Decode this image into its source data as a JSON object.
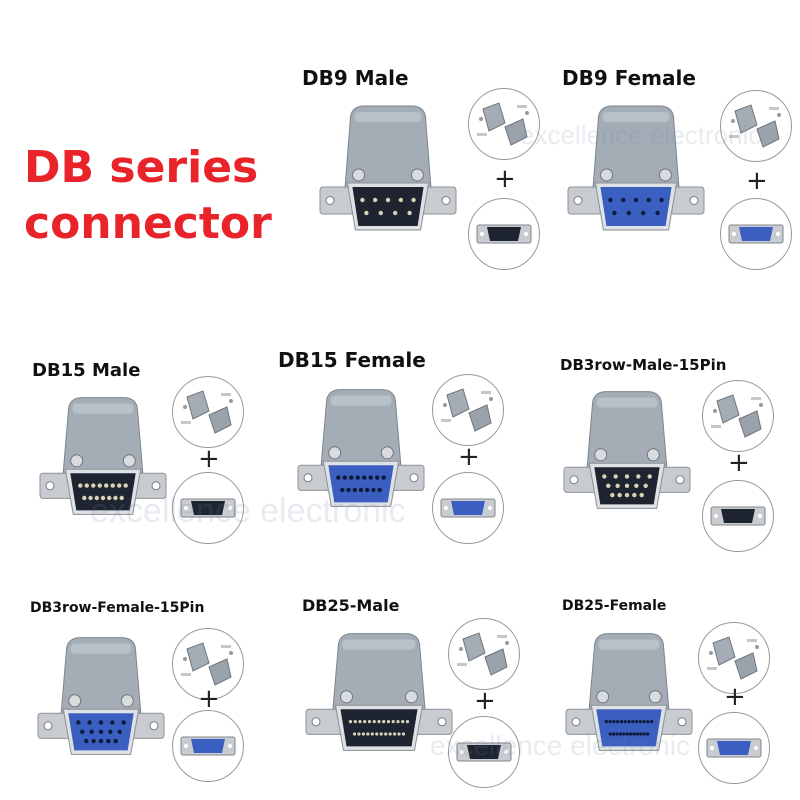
{
  "headline": {
    "line1": "DB series",
    "line2": "connector"
  },
  "products": [
    {
      "label": "DB9 Male",
      "gender": "male",
      "pins": 9,
      "rows": 2
    },
    {
      "label": "DB9 Female",
      "gender": "female",
      "pins": 9,
      "rows": 2
    },
    {
      "label": "DB15 Male",
      "gender": "male",
      "pins": 15,
      "rows": 2
    },
    {
      "label": "DB15 Female",
      "gender": "female",
      "pins": 15,
      "rows": 2
    },
    {
      "label": "DB3row-Male-15Pin",
      "gender": "male",
      "pins": 15,
      "rows": 3
    },
    {
      "label": "DB3row-Female-15Pin",
      "gender": "female",
      "pins": 15,
      "rows": 3
    },
    {
      "label": "DB25-Male",
      "gender": "male",
      "pins": 25,
      "rows": 2
    },
    {
      "label": "DB25-Female",
      "gender": "female",
      "pins": 25,
      "rows": 2
    }
  ],
  "plus_symbol": "+",
  "watermark": "excellence electronic",
  "colors": {
    "headline": "#e8232a",
    "shell": "#a4adb6",
    "metal": "#c8ccd0",
    "female_insert": "#3a5fc0",
    "male_insert": "#1e2430"
  }
}
